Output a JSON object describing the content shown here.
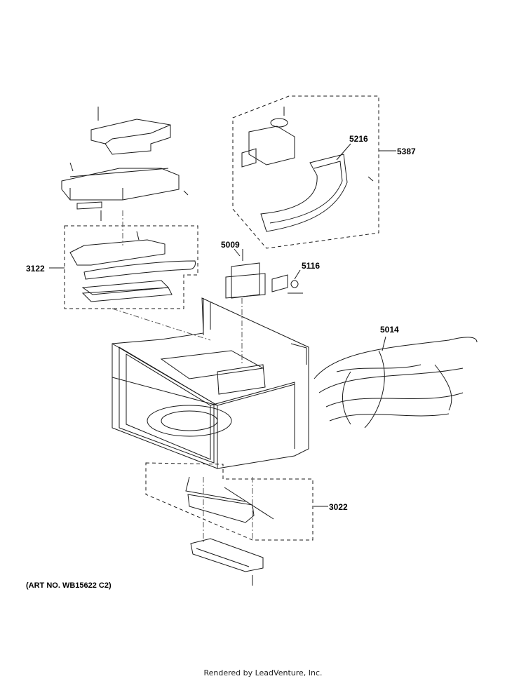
{
  "callouts": {
    "c5216": "5216",
    "c5387": "5387",
    "c3122": "3122",
    "c5009": "5009",
    "c5116": "5116",
    "c5014": "5014",
    "c3022": "3022"
  },
  "art_number": "(ART NO. WB15622 C2)",
  "footer": "Rendered by LeadVenture, Inc.",
  "colors": {
    "line": "#1a1a1a",
    "background": "#ffffff"
  }
}
